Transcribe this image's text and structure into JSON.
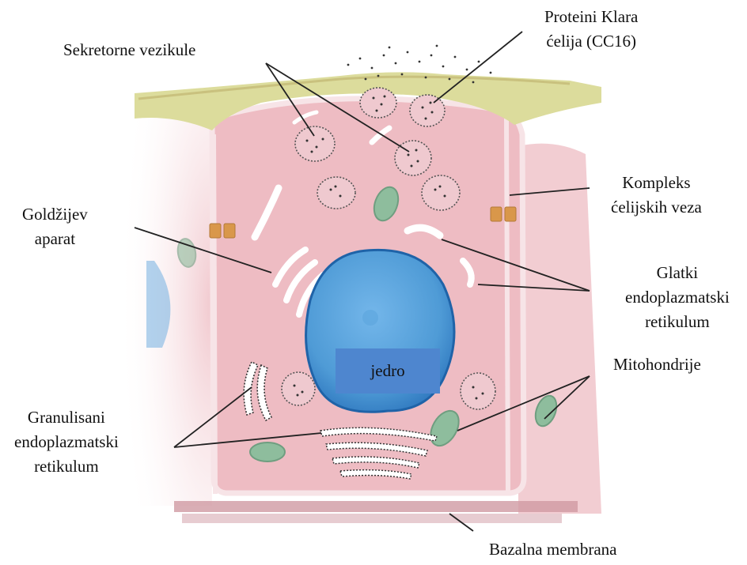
{
  "labels": {
    "proteini": [
      "Proteini Klara",
      "ćelija (CC16)"
    ],
    "sekretorne": [
      "Sekretorne vezikule"
    ],
    "kompleks": [
      "Kompleks",
      "ćelijskih veza"
    ],
    "goldzi": [
      "Goldžijev",
      "aparat"
    ],
    "glatki": [
      "Glatki",
      "endoplazmatski",
      "retikulum"
    ],
    "jedro": "jedro",
    "mitohondrije": [
      "Mitohondrije"
    ],
    "granulisani": [
      "Granulisani",
      "endoplazmatski",
      "retikulum"
    ],
    "bazalna": [
      "Bazalna membrana"
    ]
  },
  "colors": {
    "cytoplasm": "#eebcc3",
    "cell_border": "#f7e4e7",
    "mucus": "#dcdc9c",
    "nucleus": "#4f9bd6",
    "nucleus_edge": "#1f63a8",
    "mitochondria": "#8ebd9d",
    "junction": "#d9974a",
    "basal_membrane": "#cf9aa3",
    "label_box": "#4e86cf"
  }
}
